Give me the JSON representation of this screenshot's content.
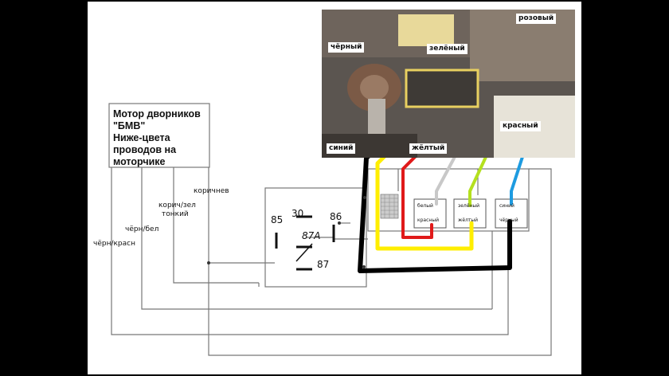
{
  "motor_box": {
    "title_lines": [
      "Мотор дворников",
      "\"БМВ\"",
      "Ниже-цвета",
      "проводов на",
      "моторчике"
    ],
    "wire_labels": [
      "коричнев",
      "корич/зел",
      "тонкий",
      "чёрн/бел",
      "чёрн/красн"
    ]
  },
  "relay": {
    "pins": [
      "30",
      "85",
      "86",
      "87А",
      "87"
    ]
  },
  "connector_labels": {
    "top": [
      "белый",
      "зелёный",
      "синий"
    ],
    "bottom": [
      "красный",
      "жёлтый",
      "чёрный"
    ]
  },
  "photo_labels": [
    "розовый",
    "чёрный",
    "зелёный",
    "синий",
    "жёлтый",
    "красный"
  ],
  "colors": {
    "black": "#000000",
    "yellow": "#ffee00",
    "red": "#e01a1a",
    "gray": "#c8c8c8",
    "lime": "#b4e01e",
    "blue": "#1e9be0"
  }
}
